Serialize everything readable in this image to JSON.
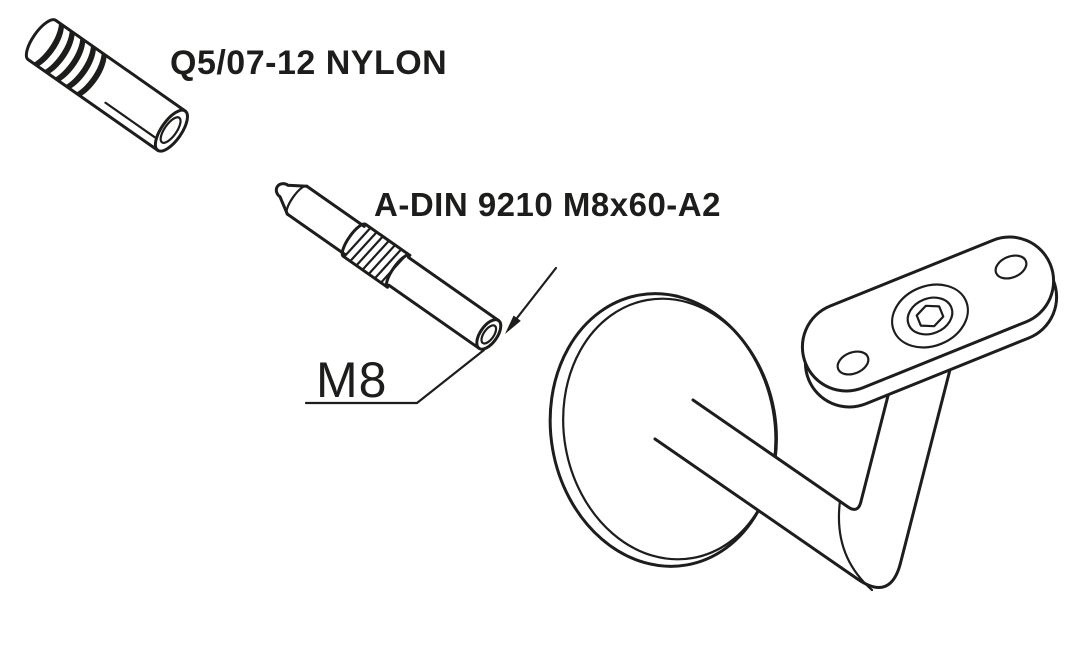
{
  "labels": {
    "wall_plug": "Q5/07-12 NYLON",
    "stud": "A-DIN 9210 M8x60-A2",
    "thread_dimension": "M8"
  },
  "colors": {
    "line": "#1d1d1b",
    "background": "#ffffff"
  }
}
